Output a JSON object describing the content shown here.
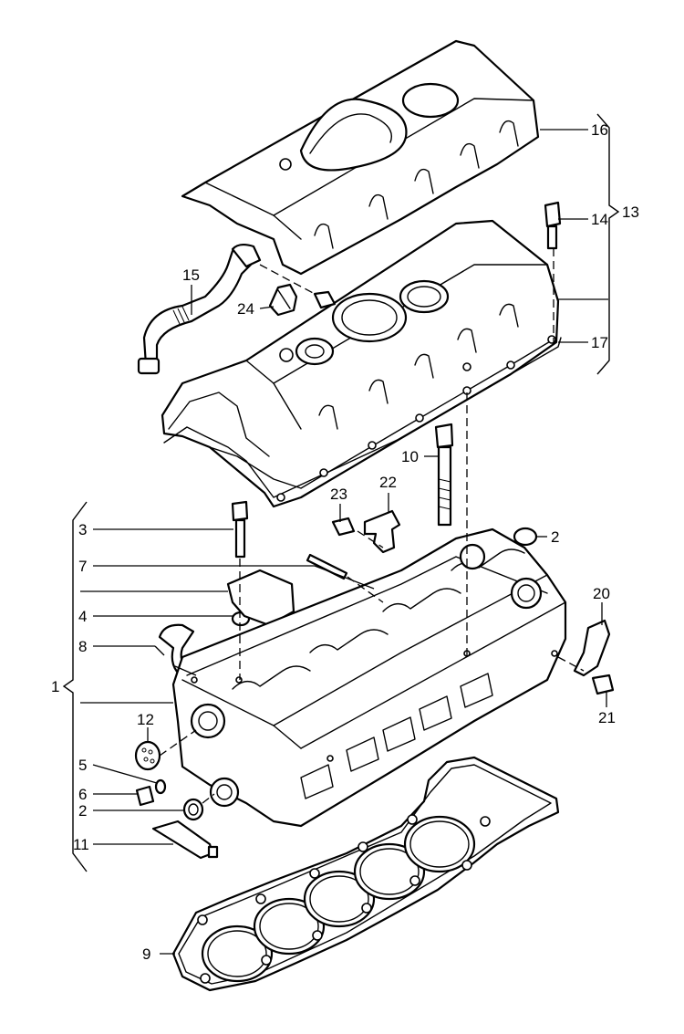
{
  "callouts": [
    {
      "id": "16",
      "text": "16"
    },
    {
      "id": "14",
      "text": "14"
    },
    {
      "id": "13",
      "text": "13"
    },
    {
      "id": "15",
      "text": "15"
    },
    {
      "id": "24",
      "text": "24"
    },
    {
      "id": "17",
      "text": "17"
    },
    {
      "id": "10",
      "text": "10"
    },
    {
      "id": "23",
      "text": "23"
    },
    {
      "id": "22",
      "text": "22"
    },
    {
      "id": "3",
      "text": "3"
    },
    {
      "id": "2a",
      "text": "2"
    },
    {
      "id": "7",
      "text": "7"
    },
    {
      "id": "20",
      "text": "20"
    },
    {
      "id": "4",
      "text": "4"
    },
    {
      "id": "8",
      "text": "8"
    },
    {
      "id": "1",
      "text": "1"
    },
    {
      "id": "21",
      "text": "21"
    },
    {
      "id": "12",
      "text": "12"
    },
    {
      "id": "5",
      "text": "5"
    },
    {
      "id": "6",
      "text": "6"
    },
    {
      "id": "2b",
      "text": "2"
    },
    {
      "id": "11",
      "text": "11"
    },
    {
      "id": "9",
      "text": "9"
    }
  ]
}
